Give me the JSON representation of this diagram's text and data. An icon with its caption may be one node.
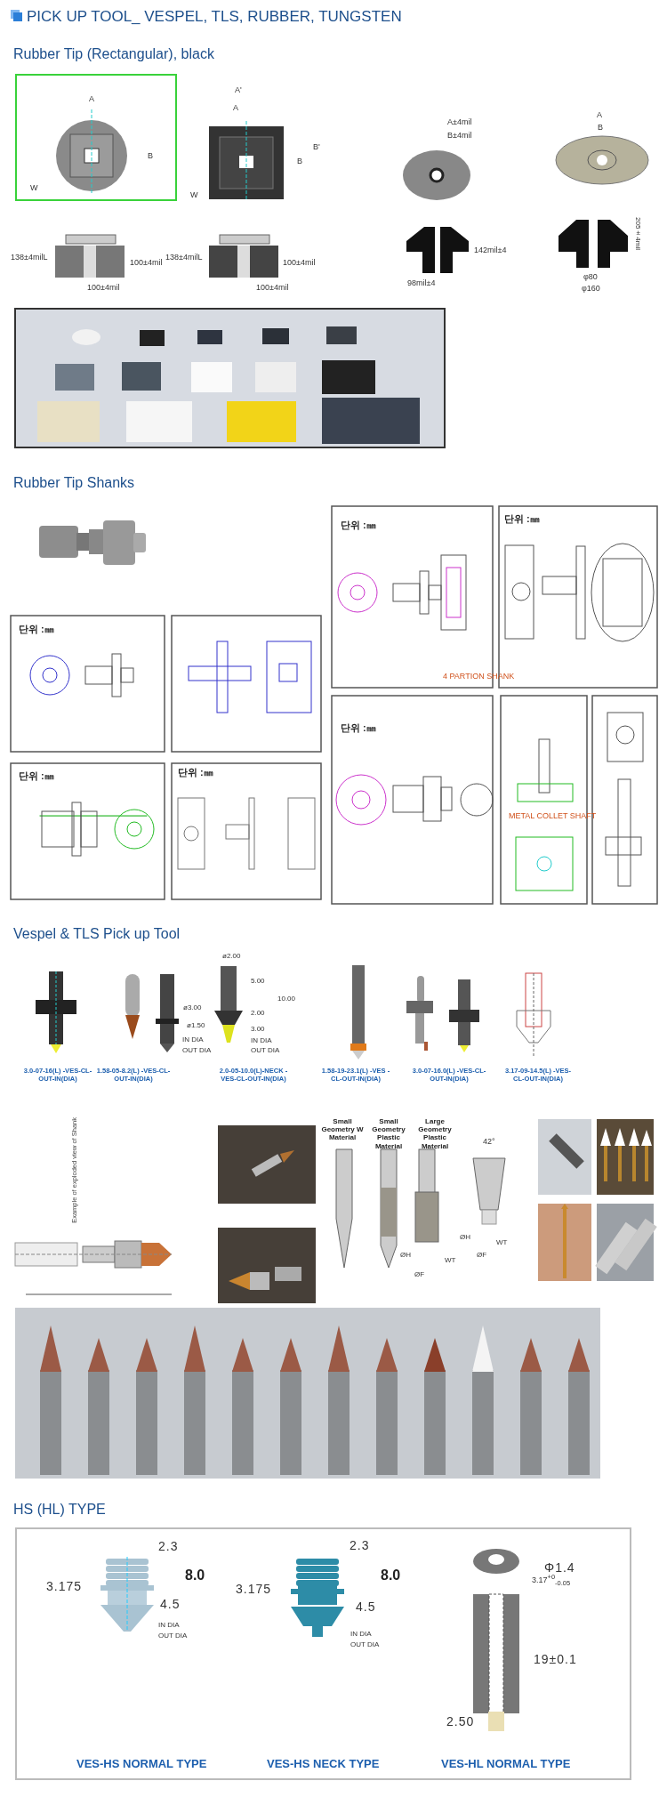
{
  "diagram": {
    "title": "PICK UP TOOL_ VESPEL, TLS, RUBBER, TUNGSTEN",
    "labels": [
      "Rubber Tip (Rectangular), black",
      "A",
      "B",
      "W",
      "A'",
      "A",
      "B",
      "B'",
      "W",
      "A±4mil",
      "B±4mil",
      "A",
      "B",
      "138±4milL",
      "100±4mil",
      "100±4mil",
      "138±4milL",
      "100±4mil",
      "100±4mil",
      "142mil±4",
      "98mil±4",
      "205±4mil",
      "φ80",
      "φ160",
      "Rubber Tip Shanks",
      "단위 :㎜",
      "단위 :㎜",
      "단위 :㎜",
      "단위 :㎜",
      "단위 :㎜",
      "단위 :㎜",
      "4 PARTION SHANK",
      "METAL COLLET SHAFT",
      "Vespel & TLS Pick up Tool",
      "3.0-07-16(L) -VES-CL-OUT-IN(DIA)",
      "1.58-05-8.2(L) -VES-CL-OUT-IN(DIA)",
      "2.0-05-10.0(L)-NECK -VES-CL-OUT-IN(DIA)",
      "1.58-19-23.1(L) -VES -CL-OUT-IN(DIA)",
      "3.0-07-16.0(L) -VES-CL-OUT-IN(DIA)",
      "3.17-09-14.5(L) -VES-CL-OUT-IN(DIA)",
      "IN DIA",
      "OUT DIA",
      "ø2.00",
      "5.00",
      "10.00",
      "ø3.00",
      "2.00",
      "ø1.50",
      "3.00",
      "IN DIA",
      "OUT DIA",
      "Example of exploded view of Shank",
      "Small Geometry W Material",
      "Small Geometry Plastic Material",
      "Large Geometry Plastic Material",
      "42°",
      "ØH",
      "WT",
      "ØF",
      "ØH",
      "WT",
      "ØF",
      "HS (HL) TYPE",
      "2.3",
      "3.175",
      "8.0",
      "4.5",
      "IN DIA",
      "OUT DIA",
      "2.3",
      "3.175",
      "8.0",
      "4.5",
      "IN DIA",
      "OUT DIA",
      "Φ1.4",
      "3.17$^{+0}$$_{-0.05}$",
      "19±0.1",
      "2.50",
      "VES-HS NORMAL TYPE",
      "VES-HS NECK TYPE",
      "VES-HL NORMAL TYPE"
    ]
  }
}
